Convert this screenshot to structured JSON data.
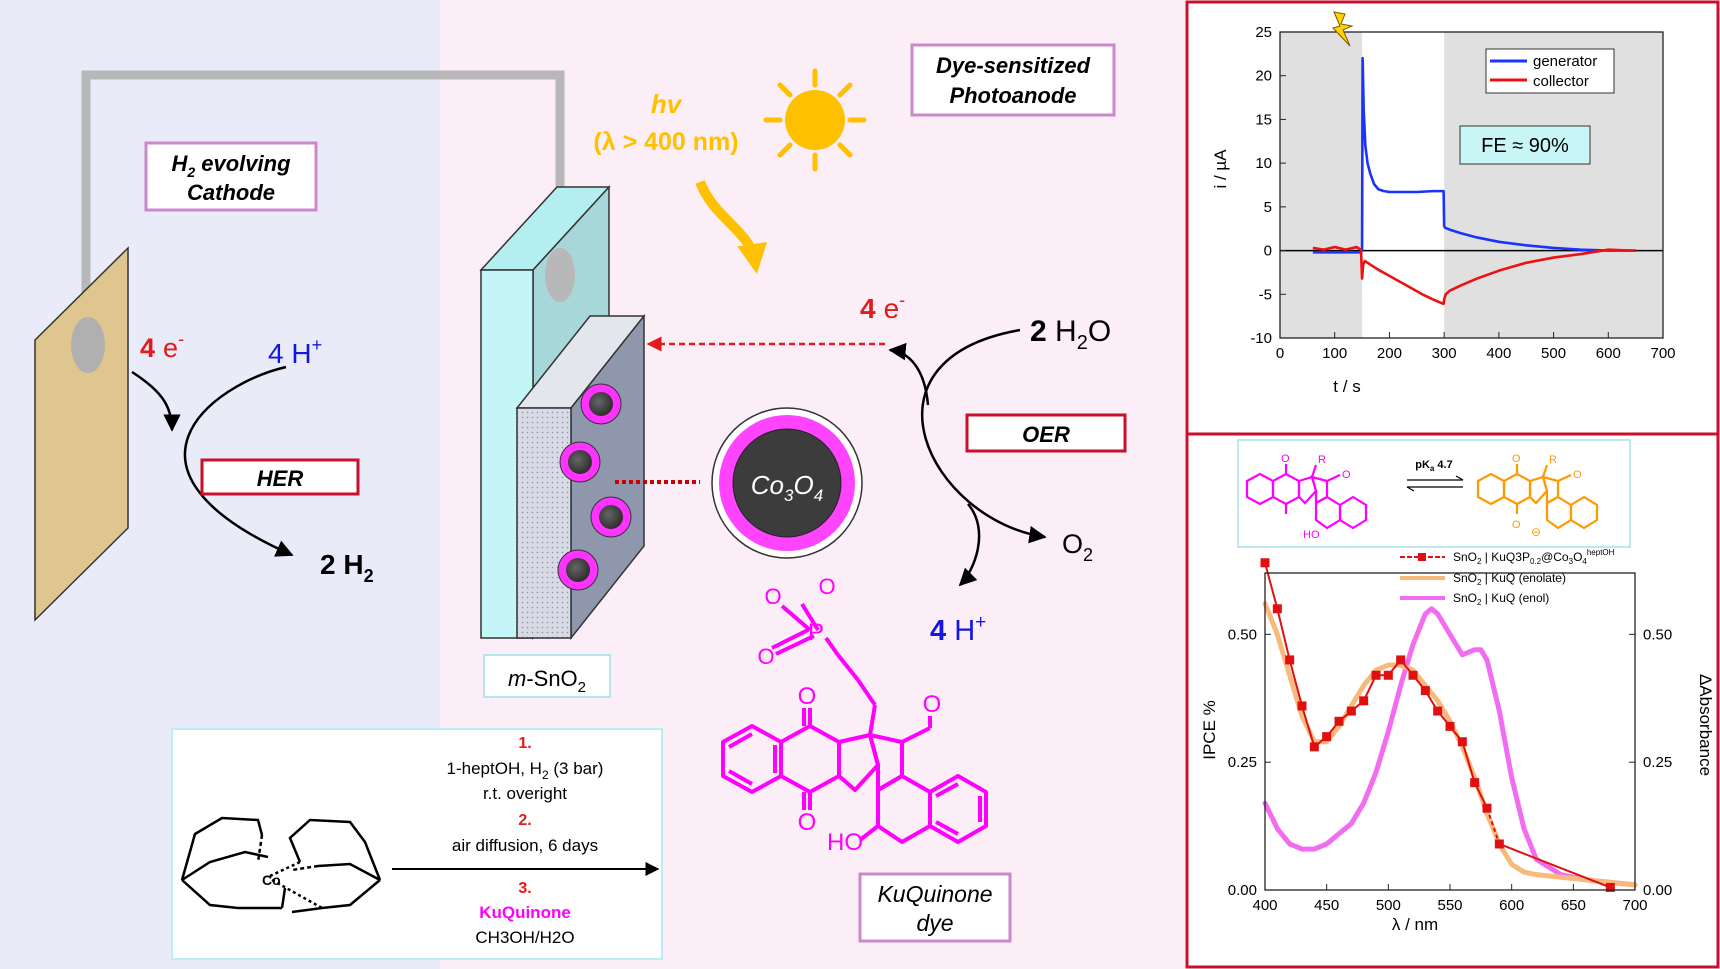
{
  "labels": {
    "cathode_line1": "H",
    "cathode_line1_sub": "2",
    "cathode_line1_rest": " evolving",
    "cathode_line2": "Cathode",
    "photoanode_line1": "Dye-sensitized",
    "photoanode_line2": "Photoanode",
    "hv": "hv",
    "wavelength": "(λ > 400 nm)",
    "left_electrons_num": "4",
    "left_electrons_unit": "e",
    "left_electrons_sup": "-",
    "protons_in": "4 H",
    "protons_in_sup": "+",
    "her": "HER",
    "h2_product": "2 H",
    "h2_product_sub": "2",
    "right_electrons_num": "4",
    "right_electrons_unit": "e",
    "right_electrons_sup": "-",
    "water_num": "2",
    "water_h": " H",
    "water_sub": "2",
    "water_o": "O",
    "oer": "OER",
    "o2": "O",
    "o2_sub": "2",
    "protons_out_num": "4",
    "protons_out_h": " H",
    "protons_out_sup": "+",
    "cocat": "Co",
    "cocat_sub1": "3",
    "cocat_o": "O",
    "cocat_sub2": "4",
    "electrode_italic": "m",
    "electrode_rest": "-SnO",
    "electrode_sub": "2",
    "dye_line1": "KuQuinone",
    "dye_line2": "dye",
    "dye_oh": "HO",
    "dye_o": "O",
    "dye_p": "P",
    "cobalt": "Co"
  },
  "synthesis": {
    "step1_num": "1.",
    "step1_line1": "1-heptOH, H",
    "step1_line1_sub": "2",
    "step1_line1_rest": " (3 bar)",
    "step1_line2": "r.t. overight",
    "step2_num": "2.",
    "step2_line1": "air diffusion, 6 days",
    "step3_num": "3.",
    "step3_line1": "KuQuinone",
    "step3_line2": "CH3OH/H2O"
  },
  "equilibrium": {
    "label": "pK",
    "label_sub": "a",
    "label_rest": " 4.7",
    "r_left": "R",
    "r_right": "R",
    "ho": "HO",
    "o": "O",
    "minus": "⊖"
  },
  "colors": {
    "left_bg": "#e9ebf8",
    "right_bg": "#fbeef7",
    "magenta": "#ff00ff",
    "orange": "#ff9900",
    "red": "#ee1111",
    "blue": "#1111dd",
    "panel_border": "#c8102e",
    "sun": "#ffc000",
    "generator": "#1a33ff",
    "collector": "#ee1111",
    "ipce": "#e01010",
    "enolate": "#f7b97c",
    "enol": "#f26cf2"
  },
  "chart_data": [
    {
      "type": "line",
      "title": "",
      "xlabel": "t / s",
      "ylabel": "i / µA",
      "xlim": [
        0,
        700
      ],
      "ylim": [
        -10,
        25
      ],
      "xticks": [
        0,
        100,
        200,
        300,
        400,
        500,
        600,
        700
      ],
      "yticks": [
        -10,
        -5,
        0,
        5,
        10,
        15,
        20,
        25
      ],
      "shaded_regions": [
        [
          0,
          150
        ],
        [
          300,
          700
        ]
      ],
      "annotation": "FE ≈ 90%",
      "legend": "top-right",
      "series": [
        {
          "name": "generator",
          "x": [
            60,
            100,
            148,
            150,
            151,
            153,
            156,
            160,
            165,
            172,
            180,
            190,
            200,
            220,
            250,
            280,
            299,
            300,
            302,
            310,
            330,
            360,
            400,
            450,
            500,
            550,
            600,
            650
          ],
          "y": [
            -0.2,
            -0.2,
            -0.2,
            0,
            22,
            16,
            12,
            10,
            8.8,
            7.6,
            7.0,
            6.8,
            6.7,
            6.7,
            6.7,
            6.8,
            6.8,
            2.8,
            2.6,
            2.4,
            2.0,
            1.5,
            1.0,
            0.6,
            0.3,
            0.1,
            0,
            0
          ]
        },
        {
          "name": "collector",
          "x": [
            60,
            80,
            100,
            120,
            140,
            148,
            150,
            152,
            155,
            160,
            170,
            180,
            200,
            220,
            240,
            260,
            280,
            299,
            300,
            303,
            310,
            330,
            360,
            400,
            450,
            500,
            550,
            600,
            640,
            650
          ],
          "y": [
            0.3,
            0.1,
            0.4,
            0.1,
            0.4,
            0.1,
            -3.2,
            -1.6,
            -1.2,
            -1.4,
            -1.8,
            -2.2,
            -2.9,
            -3.6,
            -4.3,
            -5.0,
            -5.6,
            -6.1,
            -5.6,
            -5.0,
            -4.6,
            -4.0,
            -3.2,
            -2.3,
            -1.4,
            -0.8,
            -0.4,
            0.1,
            0,
            0
          ]
        }
      ]
    },
    {
      "type": "line",
      "title": "",
      "xlabel": "λ / nm",
      "ylabel": "IPCE %",
      "ylabel_right": "ΔAbsorbance",
      "xlim": [
        400,
        700
      ],
      "ylim": [
        0,
        0.62
      ],
      "ylim_right": [
        0,
        0.62
      ],
      "xticks": [
        400,
        450,
        500,
        550,
        600,
        650,
        700
      ],
      "yticks": [
        0.0,
        0.25,
        0.5
      ],
      "yticks_right": [
        0.0,
        0.25,
        0.5
      ],
      "legend": "top",
      "series": [
        {
          "name": "SnO2 | KuQ3P0.2@Co3O4 heptOH",
          "legend_parts": [
            "SnO",
            "2",
            " | KuQ3P",
            "0.2",
            "@Co",
            "3",
            "O",
            "4",
            "heptOH"
          ],
          "x": [
            400,
            410,
            420,
            430,
            440,
            450,
            460,
            470,
            480,
            490,
            500,
            510,
            520,
            530,
            540,
            550,
            560,
            570,
            580,
            590,
            680
          ],
          "y": [
            0.64,
            0.55,
            0.45,
            0.36,
            0.28,
            0.3,
            0.33,
            0.35,
            0.37,
            0.42,
            0.42,
            0.45,
            0.42,
            0.39,
            0.35,
            0.32,
            0.29,
            0.21,
            0.16,
            0.09,
            0.005
          ]
        },
        {
          "name": "SnO2 | KuQ (enolate)",
          "legend_parts": [
            "SnO",
            "2",
            " | KuQ (enolate)"
          ],
          "x": [
            400,
            410,
            420,
            430,
            440,
            450,
            460,
            470,
            480,
            490,
            500,
            510,
            520,
            530,
            540,
            550,
            560,
            570,
            580,
            590,
            600,
            610,
            620,
            640,
            660,
            680,
            700
          ],
          "y": [
            0.56,
            0.5,
            0.42,
            0.34,
            0.29,
            0.29,
            0.32,
            0.36,
            0.4,
            0.43,
            0.44,
            0.44,
            0.43,
            0.4,
            0.37,
            0.33,
            0.28,
            0.22,
            0.15,
            0.09,
            0.05,
            0.035,
            0.03,
            0.025,
            0.02,
            0.015,
            0.01
          ]
        },
        {
          "name": "SnO2 | KuQ (enol)",
          "legend_parts": [
            "SnO",
            "2",
            " | KuQ (enol)"
          ],
          "x": [
            400,
            410,
            420,
            430,
            440,
            450,
            460,
            470,
            480,
            490,
            500,
            510,
            520,
            530,
            535,
            540,
            550,
            560,
            570,
            575,
            580,
            590,
            600,
            610,
            620,
            640,
            660,
            680,
            700
          ],
          "y": [
            0.17,
            0.12,
            0.09,
            0.08,
            0.08,
            0.09,
            0.11,
            0.13,
            0.17,
            0.23,
            0.31,
            0.4,
            0.48,
            0.54,
            0.55,
            0.54,
            0.5,
            0.46,
            0.47,
            0.47,
            0.45,
            0.35,
            0.22,
            0.12,
            0.06,
            0.03,
            0.02,
            0.015,
            0.01
          ]
        }
      ]
    }
  ]
}
